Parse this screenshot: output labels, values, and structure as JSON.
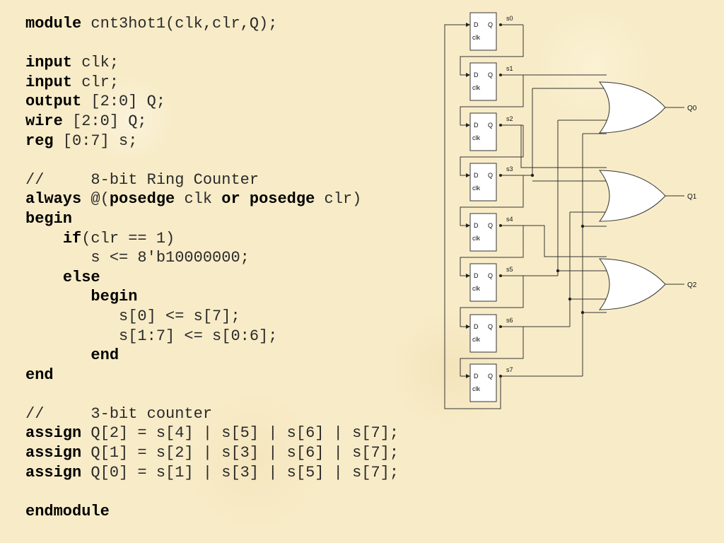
{
  "code_lines": [
    [
      {
        "t": "module",
        "kw": true
      },
      {
        "t": " cnt3hot1(clk,clr,Q);"
      }
    ],
    [],
    [
      {
        "t": "input",
        "kw": true
      },
      {
        "t": " clk;"
      }
    ],
    [
      {
        "t": "input",
        "kw": true
      },
      {
        "t": " clr;"
      }
    ],
    [
      {
        "t": "output",
        "kw": true
      },
      {
        "t": " [2:0] Q;"
      }
    ],
    [
      {
        "t": "wire",
        "kw": true
      },
      {
        "t": " [2:0] Q;"
      }
    ],
    [
      {
        "t": "reg",
        "kw": true
      },
      {
        "t": " [0:7] s;"
      }
    ],
    [],
    [
      {
        "t": "//     8-bit Ring Counter"
      }
    ],
    [
      {
        "t": "always",
        "kw": true
      },
      {
        "t": " @("
      },
      {
        "t": "posedge",
        "kw": true
      },
      {
        "t": " clk "
      },
      {
        "t": "or",
        "kw": true
      },
      {
        "t": " "
      },
      {
        "t": "posedge",
        "kw": true
      },
      {
        "t": " clr)"
      }
    ],
    [
      {
        "t": "begin",
        "kw": true
      }
    ],
    [
      {
        "t": "    "
      },
      {
        "t": "if",
        "kw": true
      },
      {
        "t": "(clr == 1)"
      }
    ],
    [
      {
        "t": "       s <= 8'b10000000;"
      }
    ],
    [
      {
        "t": "    "
      },
      {
        "t": "else",
        "kw": true
      }
    ],
    [
      {
        "t": "       "
      },
      {
        "t": "begin",
        "kw": true
      }
    ],
    [
      {
        "t": "          s[0] <= s[7];"
      }
    ],
    [
      {
        "t": "          s[1:7] <= s[0:6];"
      }
    ],
    [
      {
        "t": "       "
      },
      {
        "t": "end",
        "kw": true
      }
    ],
    [
      {
        "t": "end",
        "kw": true
      }
    ],
    [],
    [
      {
        "t": "//     3-bit counter"
      }
    ],
    [
      {
        "t": "assign",
        "kw": true
      },
      {
        "t": " Q[2] = s[4] | s[5] | s[6] | s[7];"
      }
    ],
    [
      {
        "t": "assign",
        "kw": true
      },
      {
        "t": " Q[1] = s[2] | s[3] | s[6] | s[7];"
      }
    ],
    [
      {
        "t": "assign",
        "kw": true
      },
      {
        "t": " Q[0] = s[1] | s[3] | s[5] | s[7];"
      }
    ],
    [],
    [
      {
        "t": "endmodule",
        "kw": true
      }
    ]
  ],
  "diagram": {
    "flipflop": {
      "d_label": "D",
      "q_label": "Q",
      "clk_label": "clk"
    },
    "flipflop_outputs": [
      "s0",
      "s1",
      "s2",
      "s3",
      "s4",
      "s5",
      "s6",
      "s7"
    ],
    "gate_outputs": [
      "Q0",
      "Q1",
      "Q2"
    ],
    "gate_inputs": [
      [
        1,
        3,
        5,
        7
      ],
      [
        2,
        3,
        6,
        7
      ],
      [
        4,
        5,
        6,
        7
      ]
    ]
  }
}
